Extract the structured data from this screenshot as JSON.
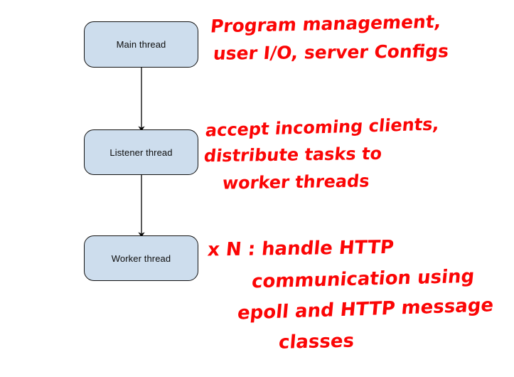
{
  "diagram": {
    "title": "Server thread architecture diagram",
    "background_color": "#ffffff",
    "node_fill_color": "#cddded",
    "node_border_color": "#121212",
    "annotation_color": "#fb0505",
    "arrow_color": "#000000"
  },
  "nodes": [
    {
      "id": "main",
      "label": "Main thread"
    },
    {
      "id": "listener",
      "label": "Listener thread"
    },
    {
      "id": "worker",
      "label": "Worker thread"
    }
  ],
  "arrows": [
    {
      "id": "main-to-listener",
      "from": "Main thread",
      "to": "Listener thread"
    },
    {
      "id": "listener-to-worker",
      "from": "Listener thread",
      "to": "Worker thread"
    }
  ],
  "annotations": {
    "main": {
      "line1": "Program management,",
      "line2": "user I/O, server Configs"
    },
    "listener": {
      "line1": "accept incoming clients,",
      "line2": "distribute tasks to",
      "line3": "worker threads"
    },
    "worker": {
      "line1": "x N : handle HTTP",
      "line2": "communication using",
      "line3": "epoll and HTTP message",
      "line4": "classes"
    }
  }
}
